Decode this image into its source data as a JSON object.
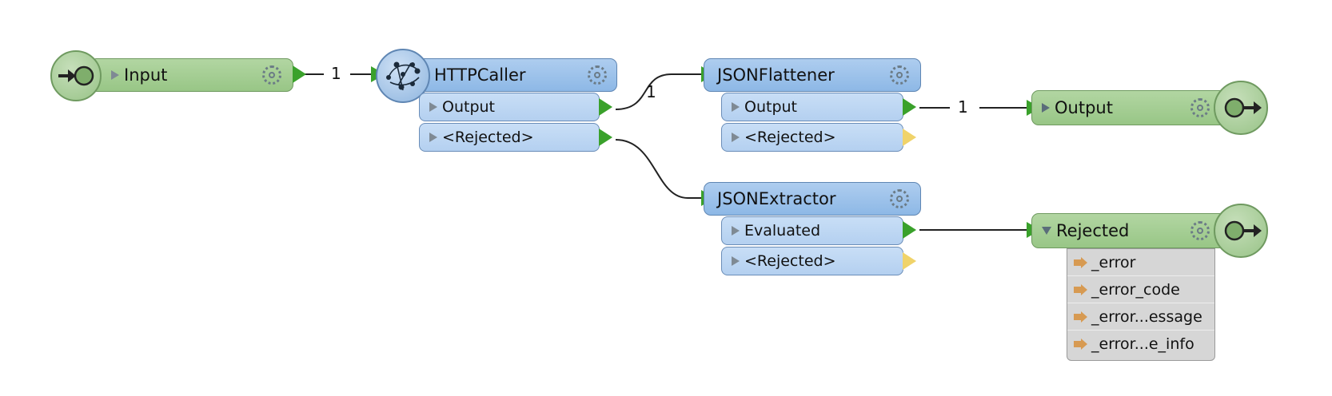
{
  "canvas": {
    "input_node": {
      "label": "Input"
    },
    "httpcaller": {
      "label": "HTTPCaller",
      "ports": [
        "Output",
        "<Rejected>"
      ]
    },
    "jsonflattener": {
      "label": "JSONFlattener",
      "ports": [
        "Output",
        "<Rejected>"
      ]
    },
    "jsonextractor": {
      "label": "JSONExtractor",
      "ports": [
        "Evaluated",
        "<Rejected>"
      ]
    },
    "output_node": {
      "label": "Output"
    },
    "rejected_node": {
      "label": "Rejected",
      "attributes": [
        "_error",
        "_error_code",
        "_error...essage",
        "_error...e_info"
      ]
    },
    "connections": {
      "input_to_httpcaller": "1",
      "httpcaller_to_jsonflattener": "1",
      "jsonflattener_to_output": "1"
    }
  },
  "colors": {
    "green_node": "#98c686",
    "blue_node": "#8db8e6",
    "port_green": "#3aa12b",
    "port_yellow": "#f0d36a"
  }
}
